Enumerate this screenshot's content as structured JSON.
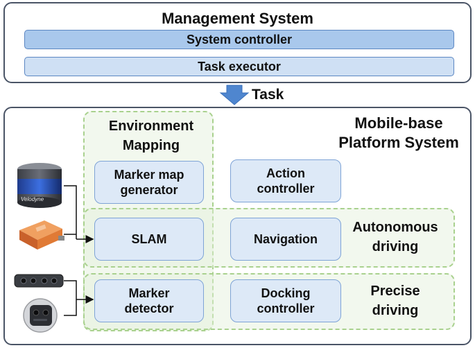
{
  "management": {
    "title": "Management System",
    "system_controller": "System controller",
    "task_executor": "Task executor"
  },
  "task_arrow": {
    "label": "Task"
  },
  "platform": {
    "title_line1": "Mobile-base",
    "title_line2": "Platform System"
  },
  "zones": {
    "environment_mapping": {
      "line1": "Environment",
      "line2": "Mapping"
    },
    "autonomous_driving": {
      "line1": "Autonomous",
      "line2": "driving"
    },
    "precise_driving": {
      "line1": "Precise",
      "line2": "driving"
    }
  },
  "modules": {
    "marker_map_generator": {
      "line1": "Marker map",
      "line2": "generator"
    },
    "action_controller": {
      "line1": "Action",
      "line2": "controller"
    },
    "slam": {
      "line1": "SLAM"
    },
    "navigation": {
      "line1": "Navigation"
    },
    "marker_detector": {
      "line1": "Marker",
      "line2": "detector"
    },
    "docking_controller": {
      "line1": "Docking",
      "line2": "controller"
    }
  },
  "sensors": {
    "lidar_brand": "Velodyne"
  },
  "colors": {
    "bar_blue": "#a9c8ec",
    "bar_light": "#cfe0f4",
    "module_fill": "#dde9f7",
    "zone_green": "#a9d18e",
    "arrow_blue": "#4f86cf"
  }
}
